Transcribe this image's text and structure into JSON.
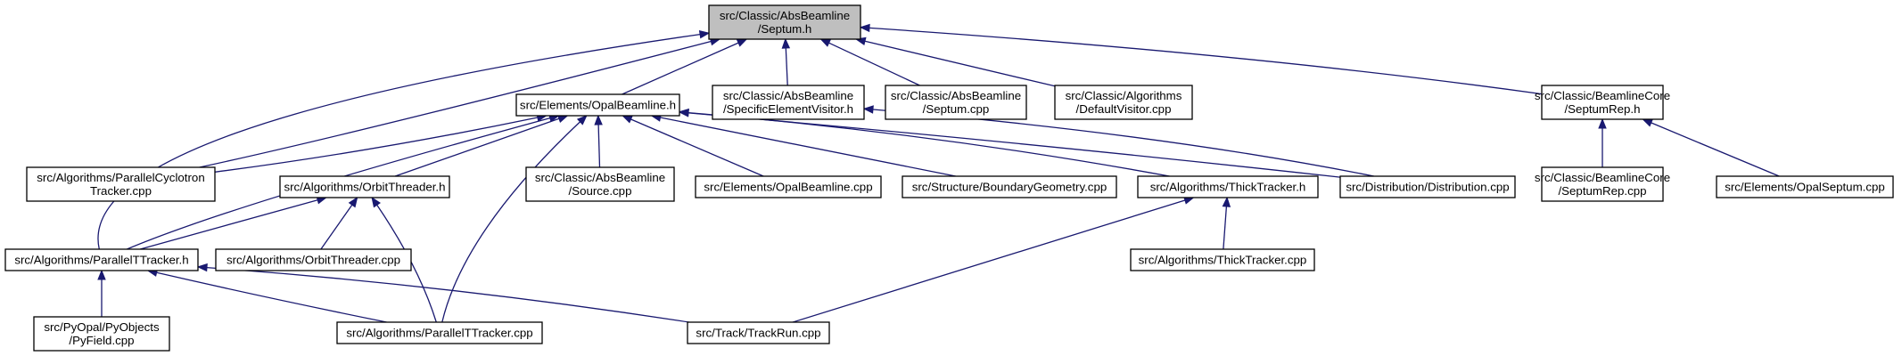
{
  "title": "",
  "colors": {
    "root_fill": "#bfbfbf",
    "node_fill": "#ffffff",
    "node_border": "#000000",
    "edge": "#191970"
  },
  "nodes": [
    {
      "id": "septum_h",
      "lines": [
        "src/Classic/AbsBeamline",
        "/Septum.h"
      ],
      "root": true
    },
    {
      "id": "opalbeamline_h",
      "lines": [
        "src/Elements/OpalBeamline.h"
      ]
    },
    {
      "id": "specificelementvisitor_h",
      "lines": [
        "src/Classic/AbsBeamline",
        "/SpecificElementVisitor.h"
      ]
    },
    {
      "id": "septum_cpp",
      "lines": [
        "src/Classic/AbsBeamline",
        "/Septum.cpp"
      ]
    },
    {
      "id": "defaultvisitor_cpp",
      "lines": [
        "src/Classic/Algorithms",
        "/DefaultVisitor.cpp"
      ]
    },
    {
      "id": "septumrep_h",
      "lines": [
        "src/Classic/BeamlineCore",
        "/SeptumRep.h"
      ]
    },
    {
      "id": "parallelcyclotron_cpp",
      "lines": [
        "src/Algorithms/ParallelCyclotron",
        "Tracker.cpp"
      ]
    },
    {
      "id": "orbitthreader_h",
      "lines": [
        "src/Algorithms/OrbitThreader.h"
      ]
    },
    {
      "id": "source_cpp",
      "lines": [
        "src/Classic/AbsBeamline",
        "/Source.cpp"
      ]
    },
    {
      "id": "opalbeamline_cpp",
      "lines": [
        "src/Elements/OpalBeamline.cpp"
      ]
    },
    {
      "id": "boundarygeometry_cpp",
      "lines": [
        "src/Structure/BoundaryGeometry.cpp"
      ]
    },
    {
      "id": "thicktracker_h",
      "lines": [
        "src/Algorithms/ThickTracker.h"
      ]
    },
    {
      "id": "distribution_cpp",
      "lines": [
        "src/Distribution/Distribution.cpp"
      ]
    },
    {
      "id": "septumrep_cpp",
      "lines": [
        "src/Classic/BeamlineCore",
        "/SeptumRep.cpp"
      ]
    },
    {
      "id": "opalseptum_cpp",
      "lines": [
        "src/Elements/OpalSeptum.cpp"
      ]
    },
    {
      "id": "paralleltracker_h",
      "lines": [
        "src/Algorithms/ParallelTTracker.h"
      ]
    },
    {
      "id": "orbitthreader_cpp",
      "lines": [
        "src/Algorithms/OrbitThreader.cpp"
      ]
    },
    {
      "id": "thicktracker_cpp",
      "lines": [
        "src/Algorithms/ThickTracker.cpp"
      ]
    },
    {
      "id": "pyfield_cpp",
      "lines": [
        "src/PyOpal/PyObjects",
        "/PyField.cpp"
      ]
    },
    {
      "id": "paralleltracker_cpp",
      "lines": [
        "src/Algorithms/ParallelTTracker.cpp"
      ]
    },
    {
      "id": "trackrun_cpp",
      "lines": [
        "src/Track/TrackRun.cpp"
      ]
    }
  ],
  "edges": [
    {
      "from": "opalbeamline_h",
      "to": "septum_h"
    },
    {
      "from": "specificelementvisitor_h",
      "to": "septum_h"
    },
    {
      "from": "septum_cpp",
      "to": "septum_h"
    },
    {
      "from": "defaultvisitor_cpp",
      "to": "septum_h"
    },
    {
      "from": "septumrep_h",
      "to": "septum_h"
    },
    {
      "from": "parallelcyclotron_cpp",
      "to": "septum_h"
    },
    {
      "from": "paralleltracker_h",
      "to": "septum_h"
    },
    {
      "from": "parallelcyclotron_cpp",
      "to": "opalbeamline_h"
    },
    {
      "from": "orbitthreader_h",
      "to": "opalbeamline_h"
    },
    {
      "from": "source_cpp",
      "to": "opalbeamline_h"
    },
    {
      "from": "opalbeamline_cpp",
      "to": "opalbeamline_h"
    },
    {
      "from": "boundarygeometry_cpp",
      "to": "opalbeamline_h"
    },
    {
      "from": "thicktracker_h",
      "to": "opalbeamline_h"
    },
    {
      "from": "distribution_cpp",
      "to": "opalbeamline_h"
    },
    {
      "from": "paralleltracker_h",
      "to": "opalbeamline_h"
    },
    {
      "from": "paralleltracker_cpp",
      "to": "opalbeamline_h"
    },
    {
      "from": "distribution_cpp",
      "to": "specificelementvisitor_h"
    },
    {
      "from": "septumrep_cpp",
      "to": "septumrep_h"
    },
    {
      "from": "opalseptum_cpp",
      "to": "septumrep_h"
    },
    {
      "from": "paralleltracker_h",
      "to": "orbitthreader_h"
    },
    {
      "from": "orbitthreader_cpp",
      "to": "orbitthreader_h"
    },
    {
      "from": "paralleltracker_cpp",
      "to": "orbitthreader_h"
    },
    {
      "from": "thicktracker_cpp",
      "to": "thicktracker_h"
    },
    {
      "from": "trackrun_cpp",
      "to": "thicktracker_h"
    },
    {
      "from": "pyfield_cpp",
      "to": "paralleltracker_h"
    },
    {
      "from": "paralleltracker_cpp",
      "to": "paralleltracker_h"
    },
    {
      "from": "trackrun_cpp",
      "to": "paralleltracker_h"
    }
  ]
}
